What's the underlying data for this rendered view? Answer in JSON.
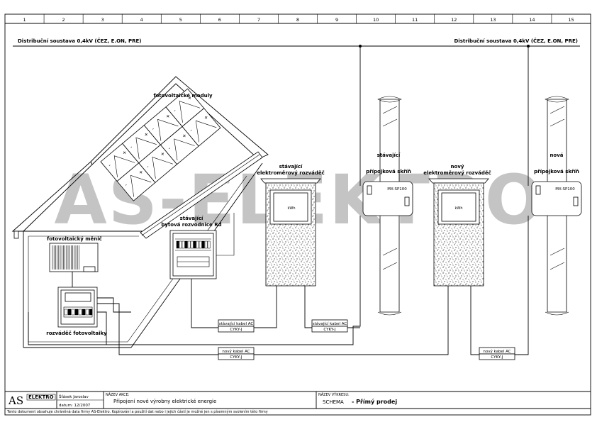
{
  "grid": {
    "columns": [
      "1",
      "2",
      "3",
      "4",
      "5",
      "6",
      "7",
      "8",
      "9",
      "10",
      "11",
      "12",
      "13",
      "14",
      "15"
    ]
  },
  "watermark": "AS-ELEKTRO",
  "distribution": {
    "left_label": "Distribuční soustava 0,4kV (ČEZ, E.ON, PRE)",
    "right_label": "Distribuční soustava 0,4kV (ČEZ, E.ON, PRE)"
  },
  "components": {
    "pv_modules": "fotovoltaické moduly",
    "inverter": "fotovoltaický měnič",
    "pv_distributor": "rozváděč fotovoltaiky",
    "home_distributor_line1": "stávající",
    "home_distributor_line2": "bytová rozvodnice Rd",
    "meter_old_line1": "stávající",
    "meter_old_line2": "elektroměrový rozváděč",
    "conn_old_line1": "stávající",
    "conn_old_line2": "přípojková skříň",
    "conn_old_code": "MX-SP100",
    "meter_new_line1": "nový",
    "meter_new_line2": "elektroměrový rozváděč",
    "conn_new_line1": "nová",
    "conn_new_line2": "přípojková skříň",
    "conn_new_code": "MX-SP100",
    "module_plus": "+",
    "module_minus": "-"
  },
  "cables": {
    "c1_name": "stávající kabel AC",
    "c1_type": "CYKY-J",
    "c2_name": "stávající kabel AC",
    "c2_type": "CYKY-J",
    "c3_name": "nový kabel AC",
    "c3_type": "CYKY-J",
    "c4_name": "nový kabel AC",
    "c4_type": "CYKY-J"
  },
  "title_block": {
    "logo_as": "AS",
    "logo_elektro": "ELEKTRO",
    "author": "Šťásek Jaroslav",
    "date": "datum: 12/2007",
    "name_caption": "NÁZEV AKCE:",
    "name_value": "Připojení nové výrobny elektrické energie",
    "drawing_caption": "NÁZEV VÝKRESU:",
    "drawing_value": "SCHEMA",
    "drawing_sub": "- Přímý prodej",
    "footer": "Tento dokument obsahuje chráněná data firmy AS-Elektro. Kopírování a použití dat nebo i jejich částí je možné jen s písemným svolením této firmy"
  }
}
